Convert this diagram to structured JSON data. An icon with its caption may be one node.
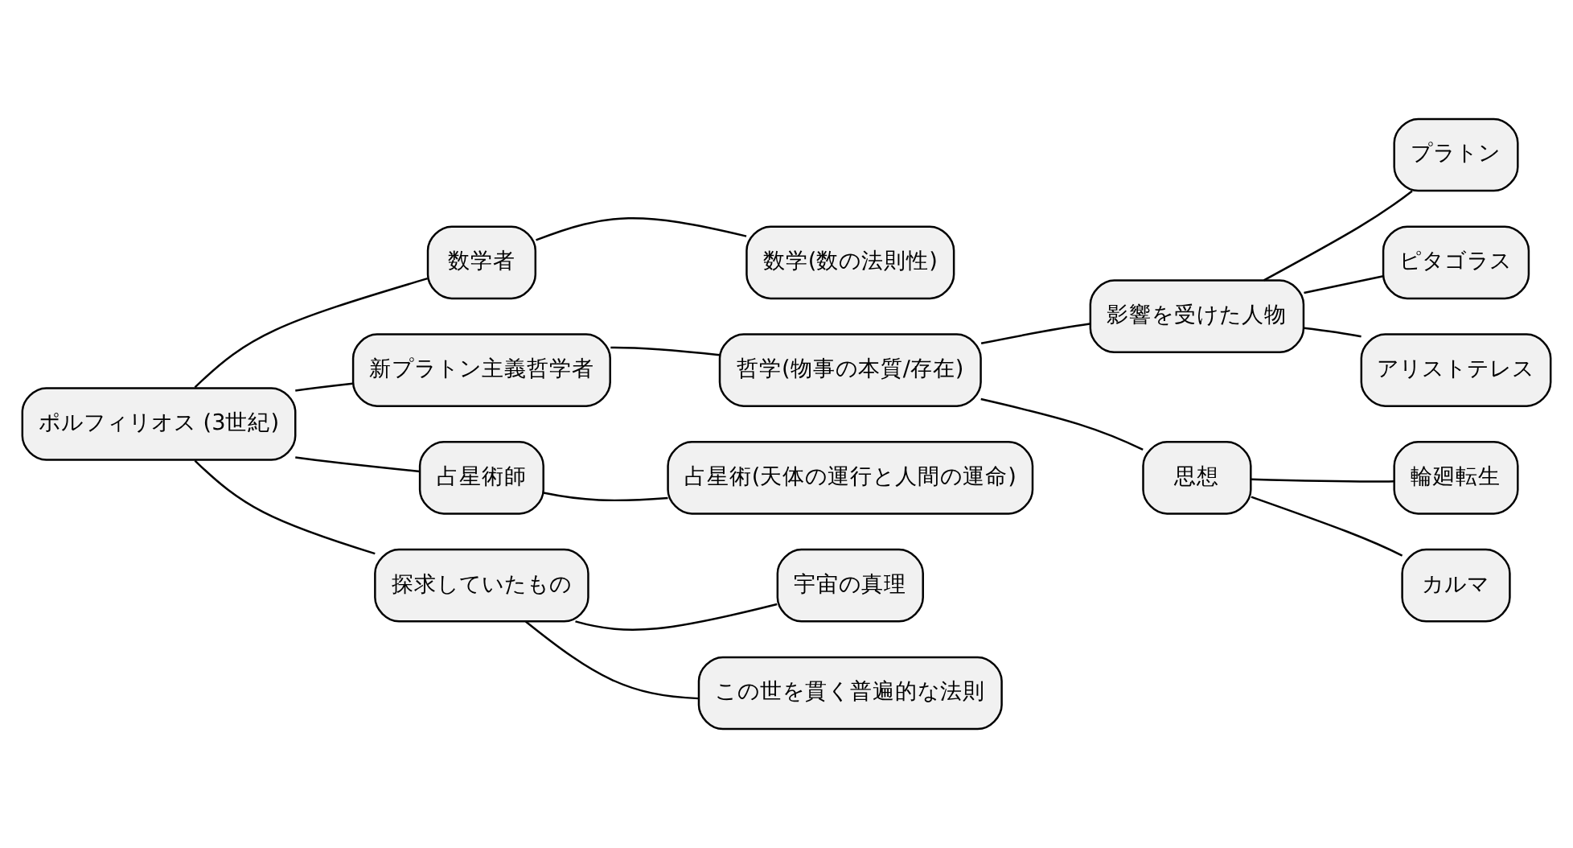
{
  "diagram": {
    "nodes": [
      {
        "text": [
          "ポルフィリオス (3世紀)"
        ]
      },
      {
        "text": [
          "数学者"
        ]
      },
      {
        "text": [
          "数学(数の法則性)"
        ]
      },
      {
        "text": [
          "新プラトン主義哲学者"
        ]
      },
      {
        "text": [
          "哲学(物事の本質/存在)"
        ]
      },
      {
        "text": [
          "影響を受けた人物"
        ]
      },
      {
        "text": [
          "プラトン"
        ]
      },
      {
        "text": [
          "ピタゴラス"
        ]
      },
      {
        "text": [
          "アリストテレス"
        ]
      },
      {
        "text": [
          "思想"
        ]
      },
      {
        "text": [
          "輪廻転生"
        ]
      },
      {
        "text": [
          "カルマ"
        ]
      },
      {
        "text": [
          "占星術師"
        ]
      },
      {
        "text": [
          "占星術(天体の運行と人間の運命)"
        ]
      },
      {
        "text": [
          "探求していたもの"
        ]
      },
      {
        "text": [
          "宇宙の真理"
        ]
      },
      {
        "text": [
          "この世を貫く普遍的な法則"
        ]
      }
    ],
    "edges": [
      {
        "from": 0,
        "to": 1,
        "arrow": "none"
      },
      {
        "from": 1,
        "to": 2,
        "arrow": "none"
      },
      {
        "from": 0,
        "to": 3,
        "arrow": "none"
      },
      {
        "from": 3,
        "to": 4,
        "arrow": "none"
      },
      {
        "from": 4,
        "to": 5,
        "arrow": "none"
      },
      {
        "from": 5,
        "to": 6,
        "arrow": "none"
      },
      {
        "from": 5,
        "to": 7,
        "arrow": "none"
      },
      {
        "from": 5,
        "to": 8,
        "arrow": "none"
      },
      {
        "from": 4,
        "to": 9,
        "arrow": "none"
      },
      {
        "from": 9,
        "to": 10,
        "arrow": "none"
      },
      {
        "from": 9,
        "to": 11,
        "arrow": "none"
      },
      {
        "from": 0,
        "to": 12,
        "arrow": "none"
      },
      {
        "from": 12,
        "to": 13,
        "arrow": "none"
      },
      {
        "from": 0,
        "to": 14,
        "arrow": "none"
      },
      {
        "from": 14,
        "to": 15,
        "arrow": "none"
      },
      {
        "from": 14,
        "to": 16,
        "arrow": "none"
      }
    ]
  }
}
